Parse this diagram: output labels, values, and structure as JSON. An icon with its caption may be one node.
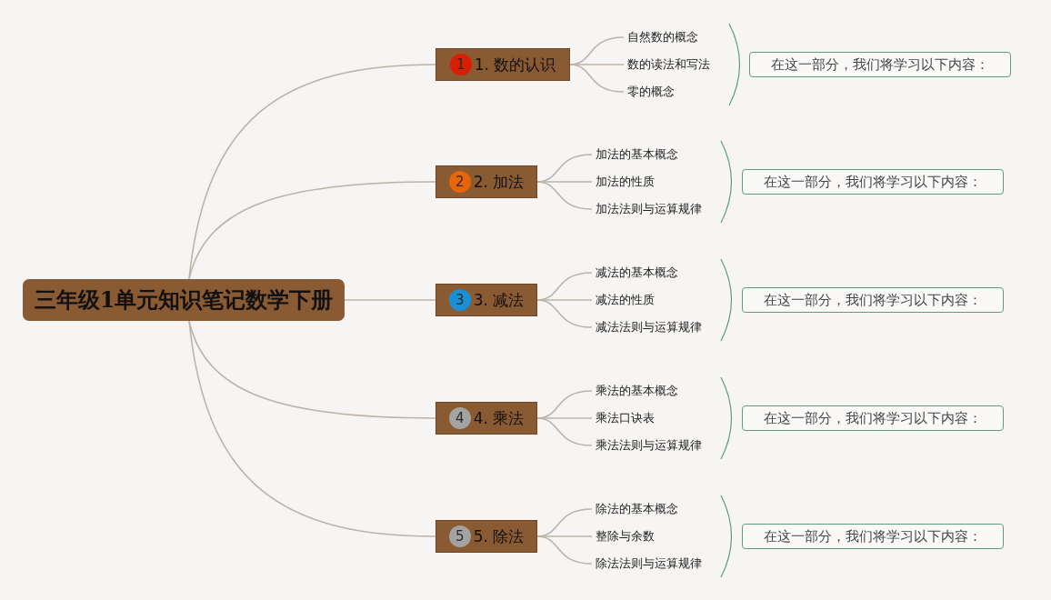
{
  "diagram": {
    "nodes": [
      {
        "text": [
          "三年级1单元知识笔记数学下册"
        ]
      },
      {
        "text": [
          "1",
          "1. 数的认识"
        ]
      },
      {
        "text": [
          "自然数的概念"
        ]
      },
      {
        "text": [
          "数的读法和写法"
        ]
      },
      {
        "text": [
          "零的概念"
        ]
      },
      {
        "text": [
          "在这一部分，我们将学习以下内容："
        ]
      },
      {
        "text": [
          "2",
          "2. 加法"
        ]
      },
      {
        "text": [
          "加法的基本概念"
        ]
      },
      {
        "text": [
          "加法的性质"
        ]
      },
      {
        "text": [
          "加法法则与运算规律"
        ]
      },
      {
        "text": [
          "在这一部分，我们将学习以下内容："
        ]
      },
      {
        "text": [
          "3",
          "3. 减法"
        ]
      },
      {
        "text": [
          "减法的基本概念"
        ]
      },
      {
        "text": [
          "减法的性质"
        ]
      },
      {
        "text": [
          "减法法则与运算规律"
        ]
      },
      {
        "text": [
          "在这一部分，我们将学习以下内容："
        ]
      },
      {
        "text": [
          "4",
          "4. 乘法"
        ]
      },
      {
        "text": [
          "乘法的基本概念"
        ]
      },
      {
        "text": [
          "乘法口诀表"
        ]
      },
      {
        "text": [
          "乘法法则与运算规律"
        ]
      },
      {
        "text": [
          "在这一部分，我们将学习以下内容："
        ]
      },
      {
        "text": [
          "5",
          "5. 除法"
        ]
      },
      {
        "text": [
          "除法的基本概念"
        ]
      },
      {
        "text": [
          "整除与余数"
        ]
      },
      {
        "text": [
          "除法法则与运算规律"
        ]
      },
      {
        "text": [
          "在这一部分，我们将学习以下内容："
        ]
      }
    ],
    "edges": [
      {
        "from": 0,
        "to": 1,
        "arrow": "none"
      },
      {
        "from": 1,
        "to": 2,
        "arrow": "none"
      },
      {
        "from": 1,
        "to": 3,
        "arrow": "none"
      },
      {
        "from": 1,
        "to": 4,
        "arrow": "none"
      },
      {
        "from": 0,
        "to": 6,
        "arrow": "none"
      },
      {
        "from": 6,
        "to": 7,
        "arrow": "none"
      },
      {
        "from": 6,
        "to": 8,
        "arrow": "none"
      },
      {
        "from": 6,
        "to": 9,
        "arrow": "none"
      },
      {
        "from": 0,
        "to": 11,
        "arrow": "none"
      },
      {
        "from": 11,
        "to": 12,
        "arrow": "none"
      },
      {
        "from": 11,
        "to": 13,
        "arrow": "none"
      },
      {
        "from": 11,
        "to": 14,
        "arrow": "none"
      },
      {
        "from": 0,
        "to": 16,
        "arrow": "none"
      },
      {
        "from": 16,
        "to": 17,
        "arrow": "none"
      },
      {
        "from": 16,
        "to": 18,
        "arrow": "none"
      },
      {
        "from": 16,
        "to": 19,
        "arrow": "none"
      },
      {
        "from": 0,
        "to": 21,
        "arrow": "none"
      },
      {
        "from": 21,
        "to": 22,
        "arrow": "none"
      },
      {
        "from": 21,
        "to": 23,
        "arrow": "none"
      },
      {
        "from": 21,
        "to": 24,
        "arrow": "none"
      }
    ]
  }
}
